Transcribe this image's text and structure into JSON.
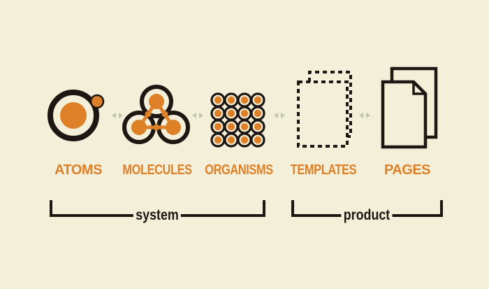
{
  "stages": [
    {
      "key": "atoms",
      "label": "ATOMS",
      "icon": "atom-icon"
    },
    {
      "key": "molecules",
      "label": "MOLECULES",
      "icon": "molecule-icon"
    },
    {
      "key": "organisms",
      "label": "ORGANISMS",
      "icon": "organism-grid-icon"
    },
    {
      "key": "templates",
      "label": "TEMPLATES",
      "icon": "dashed-page-icon"
    },
    {
      "key": "pages",
      "label": "PAGES",
      "icon": "stacked-pages-icon"
    }
  ],
  "groups": [
    {
      "key": "system",
      "label": "system"
    },
    {
      "key": "product",
      "label": "product"
    }
  ],
  "colors": {
    "background": "#f4efd9",
    "accent": "#de8028",
    "ink": "#1d1613",
    "arrow": "#bfc6a6"
  }
}
